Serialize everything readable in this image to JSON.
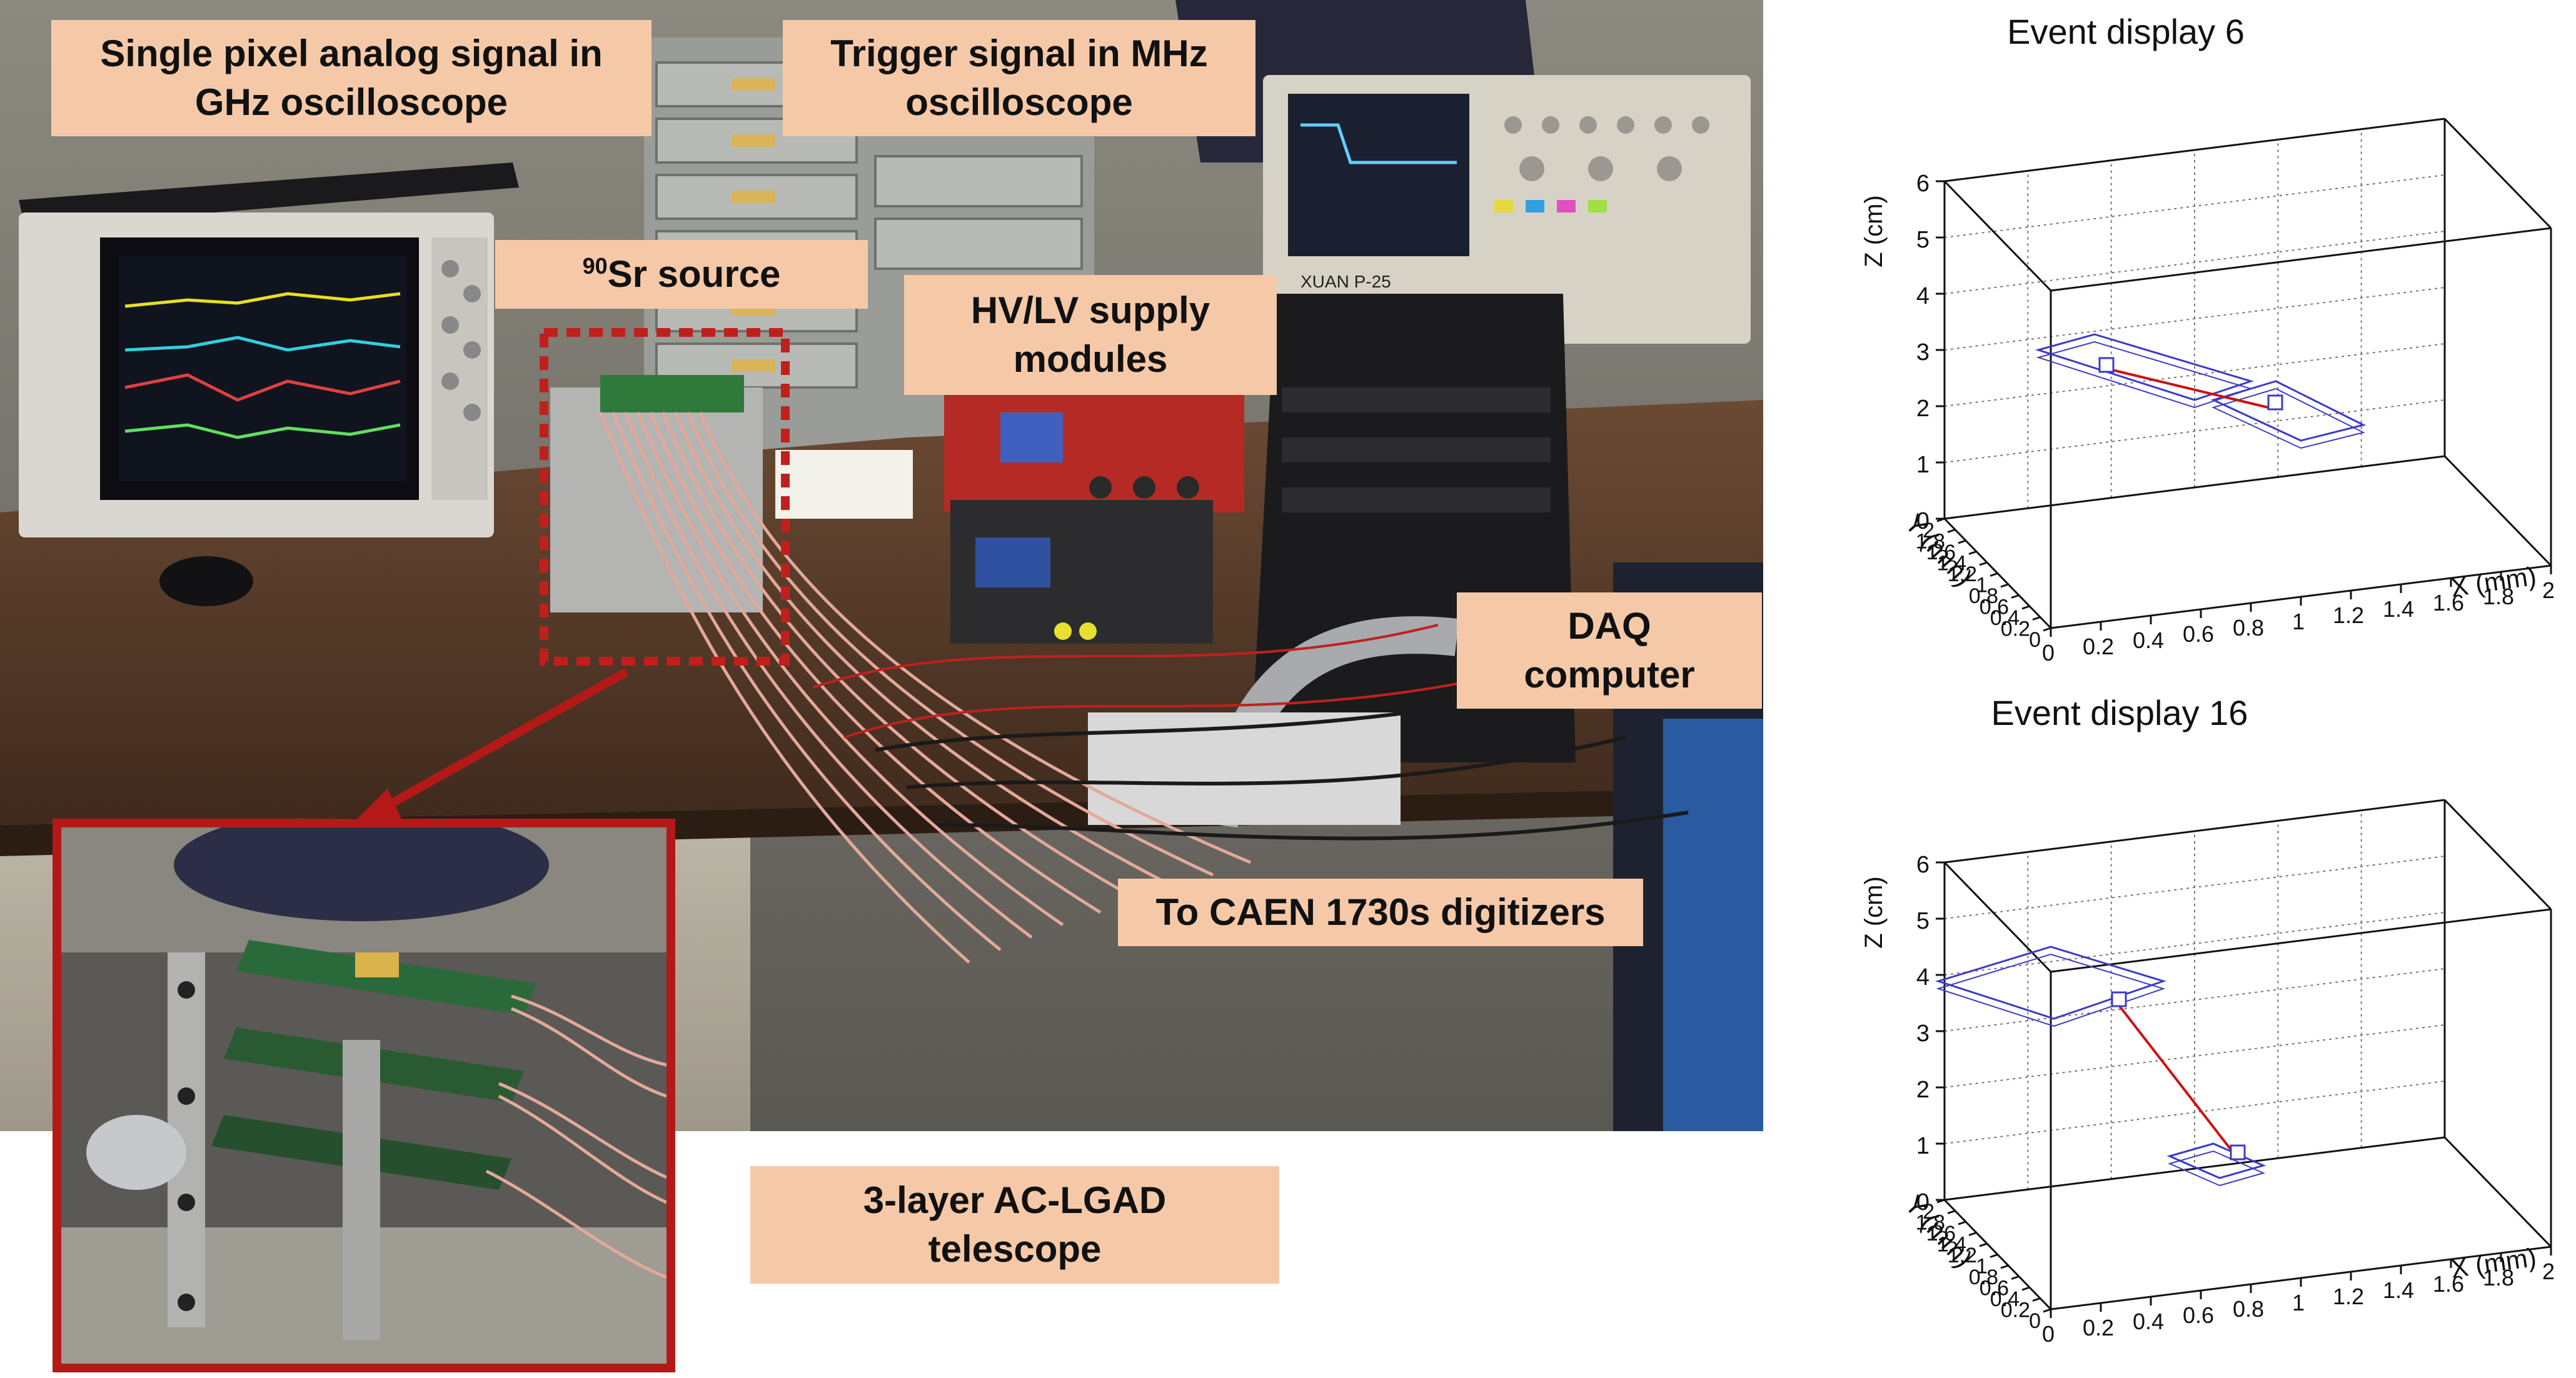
{
  "callouts": {
    "ghz_osc": {
      "line1": "Single pixel analog signal in",
      "line2": "GHz oscilloscope"
    },
    "mhz_osc": {
      "line1": "Trigger signal in MHz",
      "line2": "oscilloscope"
    },
    "source": {
      "sup": "90",
      "text": "Sr source"
    },
    "hvlv": {
      "line1": "HV/LV supply",
      "line2": "modules"
    },
    "daq": {
      "line1": "DAQ",
      "line2": "computer"
    },
    "caen": {
      "line1": "To CAEN 1730s digitizers"
    },
    "telescope": {
      "line1": "3-layer AC-LGAD",
      "line2": "telescope"
    }
  },
  "photo_labels": {
    "osc_label": "XUAN P-25"
  },
  "event_displays": [
    {
      "title": "Event display 6",
      "z_axis": {
        "label": "Z (cm)",
        "ticks": [
          "0",
          "1",
          "2",
          "3",
          "4",
          "5",
          "6"
        ]
      },
      "x_axis": {
        "label": "X (mm)",
        "ticks": [
          "0",
          "0.2",
          "0.4",
          "0.6",
          "0.8",
          "1",
          "1.2",
          "1.4",
          "1.6",
          "1.8",
          "2"
        ]
      },
      "y_axis": {
        "label": "Y (mm)",
        "ticks": [
          "0",
          "0.2",
          "0.4",
          "0.6",
          "0.8",
          "1",
          "1.2",
          "1.4",
          "1.6",
          "1.8",
          "2"
        ]
      }
    },
    {
      "title": "Event display 16",
      "z_axis": {
        "label": "Z (cm)",
        "ticks": [
          "0",
          "1",
          "2",
          "3",
          "4",
          "5",
          "6"
        ]
      },
      "x_axis": {
        "label": "X (mm)",
        "ticks": [
          "0",
          "0.2",
          "0.4",
          "0.6",
          "0.8",
          "1",
          "1.2",
          "1.4",
          "1.6",
          "1.8",
          "2"
        ]
      },
      "y_axis": {
        "label": "Y (mm)",
        "ticks": [
          "0",
          "0.2",
          "0.4",
          "0.6",
          "0.8",
          "1",
          "1.2",
          "1.4",
          "1.6",
          "1.8",
          "2"
        ]
      }
    }
  ],
  "colors": {
    "callout_bg": "#f5c9a8",
    "highlight": "#b31a17",
    "track": "#cc1111",
    "sensor": "#3b3bc8"
  }
}
